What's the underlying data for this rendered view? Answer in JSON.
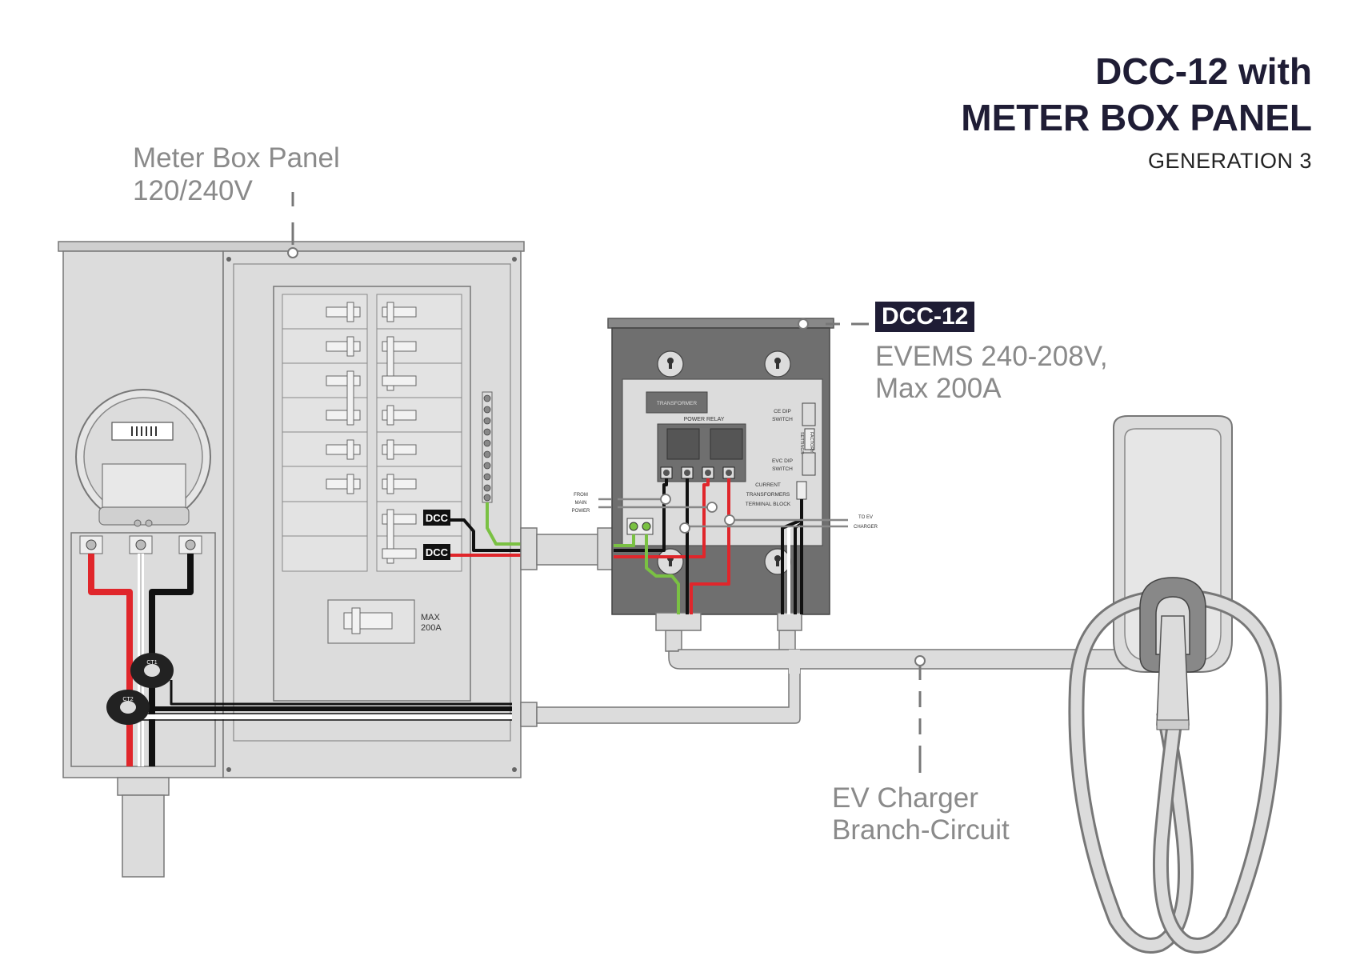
{
  "title": {
    "line1": "DCC-12 with",
    "line2": "METER BOX PANEL",
    "line3": "GENERATION 3"
  },
  "callouts": {
    "meter_box_line1": "Meter Box Panel",
    "meter_box_line2": "120/240V",
    "dcc_badge": "DCC-12",
    "dcc_line1": "EVEMS 240-208V,",
    "dcc_line2": "Max 200A",
    "ev_line1": "EV Charger",
    "ev_line2": "Branch-Circuit"
  },
  "panel": {
    "breaker_tag_1": "DCC",
    "breaker_tag_2": "DCC",
    "main_breaker_line1": "MAX",
    "main_breaker_line2": "200A",
    "ct_tag_1": "CT2",
    "ct_tag_2": "CT1"
  },
  "dcc_box": {
    "transformer": "TRANSFORMER",
    "power_relay": "POWER RELAY",
    "ce_dip_1": "CE DIP",
    "ce_dip_2": "SWITCH",
    "evc_dip_1": "EVC DIP",
    "evc_dip_2": "SWITCH",
    "factory": "FACTORY",
    "settings": "SETTINGS",
    "ct_block_1": "CURRENT",
    "ct_block_2": "TRANSFORMERS",
    "ct_block_3": "TERMINAL BLOCK",
    "from_main_1": "FROM",
    "from_main_2": "MAIN",
    "from_main_3": "POWER",
    "to_ev_1": "TO EV",
    "to_ev_2": "CHARGER"
  },
  "colors": {
    "title": "#1f1d35",
    "callout_grey": "#8a8a8a",
    "panel_fill": "#dcdcdc",
    "box_fill": "#6f6f6f",
    "wire_red": "#e0262b",
    "wire_black": "#111111",
    "wire_green": "#7ac143"
  }
}
